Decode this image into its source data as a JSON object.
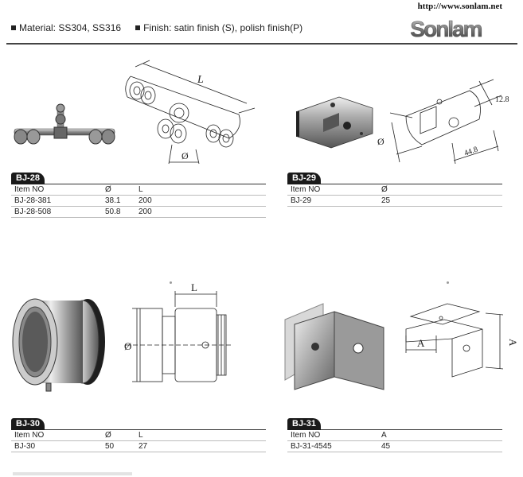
{
  "header": {
    "url": "http://www.sonlam.net",
    "material": "Material: SS304, SS316",
    "finish": "Finish: satin finish (S), polish finish(P)",
    "logo_text": "Sonlam"
  },
  "products": [
    {
      "code": "BJ-28",
      "columns": [
        "Item NO",
        "Ø",
        "L"
      ],
      "rows": [
        [
          "BJ-28-381",
          "38.1",
          "200"
        ],
        [
          "BJ-28-508",
          "50.8",
          "200"
        ]
      ],
      "drawing_labels": {
        "length": "L",
        "diameter": "Ø"
      }
    },
    {
      "code": "BJ-29",
      "columns": [
        "Item NO",
        "Ø"
      ],
      "rows": [
        [
          "BJ-29",
          "25"
        ]
      ],
      "drawing_labels": {
        "width": "12.8",
        "length": "44.8",
        "diameter": "Ø"
      }
    },
    {
      "code": "BJ-30",
      "columns": [
        "Item NO",
        "Ø",
        "L"
      ],
      "rows": [
        [
          "BJ-30",
          "50",
          "27"
        ]
      ],
      "drawing_labels": {
        "length": "L",
        "diameter": "Ø"
      }
    },
    {
      "code": "BJ-31",
      "columns": [
        "Item NO",
        "A"
      ],
      "rows": [
        [
          "BJ-31-4545",
          "45"
        ]
      ],
      "drawing_labels": {
        "a_horizontal": "A",
        "a_vertical": "A"
      }
    }
  ]
}
